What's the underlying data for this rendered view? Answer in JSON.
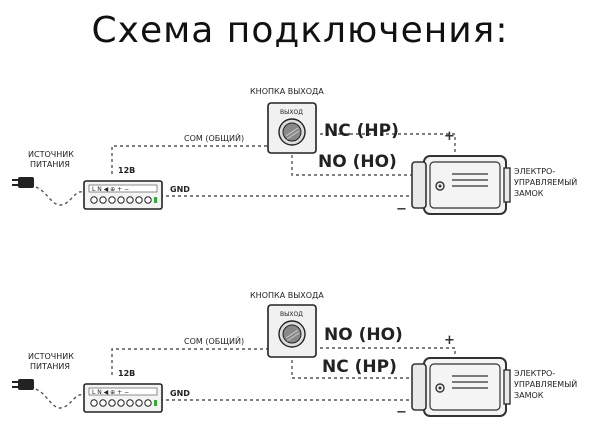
{
  "title": "Схема подключения:",
  "diagrams": [
    {
      "button_label": "КНОПКА ВЫХОДА",
      "button_face_text": "ВЫХОД",
      "psu_label_line1": "ИСТОЧНИК",
      "psu_label_line2": "ПИТАНИЯ",
      "psu_terminals_text": "L  N  ◀  ⊕  +  −",
      "voltage_label": "12В",
      "com_label": "COM (ОБЩИЙ)",
      "gnd_label": "GND",
      "upper_contact_label": "NC (HP)",
      "lower_contact_label": "NO (HO)",
      "plus_sign": "+",
      "minus_sign": "−",
      "lock_label_line1": "ЭЛЕКТРО-",
      "lock_label_line2": "УПРАВЛЯЕМЫЙ",
      "lock_label_line3": "ЗАМОК"
    },
    {
      "button_label": "КНОПКА ВЫХОДА",
      "button_face_text": "ВЫХОД",
      "psu_label_line1": "ИСТОЧНИК",
      "psu_label_line2": "ПИТАНИЯ",
      "psu_terminals_text": "L  N  ◀  ⊕  +  −",
      "voltage_label": "12В",
      "com_label": "COM (ОБЩИЙ)",
      "gnd_label": "GND",
      "upper_contact_label": "NO (HO)",
      "lower_contact_label": "NC (HP)",
      "plus_sign": "+",
      "minus_sign": "−",
      "lock_label_line1": "ЭЛЕКТРО-",
      "lock_label_line2": "УПРАВЛЯЕМЫЙ",
      "lock_label_line3": "ЗАМОК"
    }
  ]
}
